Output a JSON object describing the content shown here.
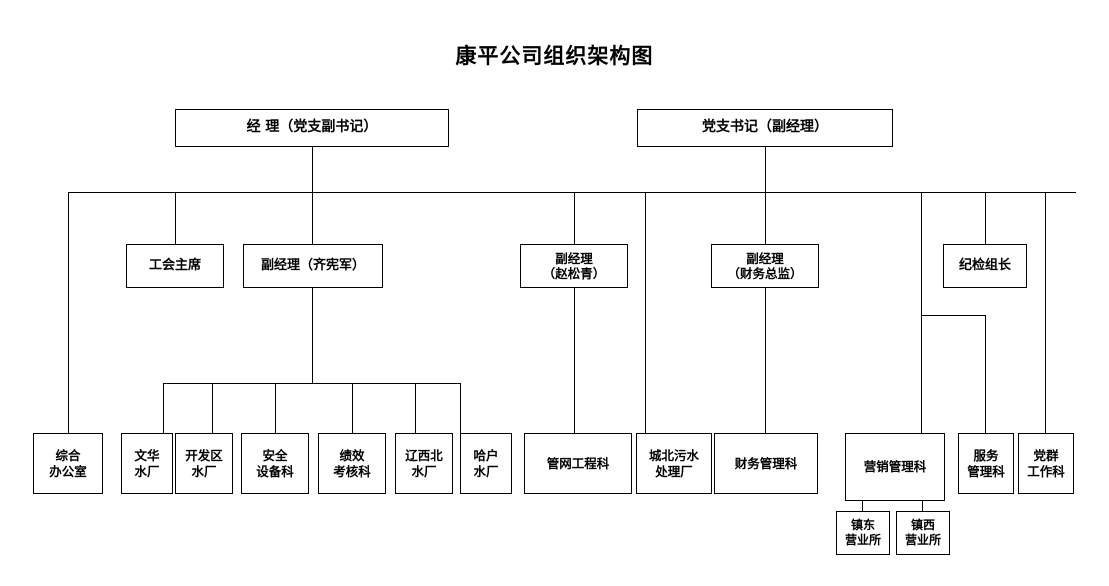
{
  "chart_data": {
    "type": "diagram",
    "diagram_type": "organization-chart",
    "title": "康平公司组织架构图",
    "nodes": [
      {
        "id": "n1",
        "label": "经    理（党支副书记）",
        "level": 1
      },
      {
        "id": "n2",
        "label": "党支书记（副经理）",
        "level": 1
      },
      {
        "id": "n3",
        "label": "工会主席",
        "level": 2
      },
      {
        "id": "n4",
        "label": "副经理（齐宪军）",
        "level": 2
      },
      {
        "id": "n5",
        "label": "副经理\n（赵松青）",
        "level": 2
      },
      {
        "id": "n6",
        "label": "副经理\n（财务总监）",
        "level": 2
      },
      {
        "id": "n7",
        "label": "纪检组长",
        "level": 2
      },
      {
        "id": "n8",
        "label": "综合\n办公室",
        "level": 3
      },
      {
        "id": "n9",
        "label": "文华\n水厂",
        "level": 3
      },
      {
        "id": "n10",
        "label": "开发区\n水厂",
        "level": 3
      },
      {
        "id": "n11",
        "label": "安全\n设备科",
        "level": 3
      },
      {
        "id": "n12",
        "label": "绩效\n考核科",
        "level": 3
      },
      {
        "id": "n13",
        "label": "辽西北\n水厂",
        "level": 3
      },
      {
        "id": "n14",
        "label": "哈户\n水厂",
        "level": 3
      },
      {
        "id": "n15",
        "label": "管网工程科",
        "level": 3
      },
      {
        "id": "n16",
        "label": "城北污水\n处理厂",
        "level": 3
      },
      {
        "id": "n17",
        "label": "财务管理科",
        "level": 3
      },
      {
        "id": "n18",
        "label": "营销管理科",
        "level": 3
      },
      {
        "id": "n19",
        "label": "服务\n管理科",
        "level": 3
      },
      {
        "id": "n20",
        "label": "党群\n工作科",
        "level": 3
      },
      {
        "id": "n21",
        "label": "镇东\n营业所",
        "level": 4
      },
      {
        "id": "n22",
        "label": "镇西\n营业所",
        "level": 4
      }
    ],
    "edges": [
      {
        "from": "n1",
        "to": "main-bus"
      },
      {
        "from": "n2",
        "to": "main-bus"
      },
      {
        "from": "main-bus",
        "to": "n3"
      },
      {
        "from": "main-bus",
        "to": "n4"
      },
      {
        "from": "main-bus",
        "to": "n5"
      },
      {
        "from": "main-bus",
        "to": "n6"
      },
      {
        "from": "main-bus",
        "to": "n7"
      },
      {
        "from": "main-bus",
        "to": "n8"
      },
      {
        "from": "main-bus",
        "to": "n20"
      },
      {
        "from": "n4",
        "to": "n9"
      },
      {
        "from": "n4",
        "to": "n10"
      },
      {
        "from": "n4",
        "to": "n11"
      },
      {
        "from": "n4",
        "to": "n12"
      },
      {
        "from": "n4",
        "to": "n13"
      },
      {
        "from": "n4",
        "to": "n14"
      },
      {
        "from": "n5",
        "to": "n15"
      },
      {
        "from": "n5",
        "to": "n16"
      },
      {
        "from": "n6",
        "to": "n17"
      },
      {
        "from": "n7",
        "to": "n18"
      },
      {
        "from": "n7",
        "to": "n19"
      },
      {
        "from": "n18",
        "to": "n21"
      },
      {
        "from": "n18",
        "to": "n22"
      }
    ],
    "colors": {
      "line": "#000000",
      "box_fill": "#ffffff",
      "text": "#000000"
    }
  },
  "nodes": {
    "n1": "经    理（党支副书记）",
    "n2": "党支书记（副经理）",
    "n3": "工会主席",
    "n4": "副经理（齐宪军）",
    "n5": "副经理\n（赵松青）",
    "n6": "副经理\n（财务总监）",
    "n7": "纪检组长",
    "n8": "综合\n办公室",
    "n9": "文华\n水厂",
    "n10": "开发区\n水厂",
    "n11": "安全\n设备科",
    "n12": "绩效\n考核科",
    "n13": "辽西北\n水厂",
    "n14": "哈户\n水厂",
    "n15": "管网工程科",
    "n16": "城北污水\n处理厂",
    "n17": "财务管理科",
    "n18": "营销管理科",
    "n19": "服务\n管理科",
    "n20": "党群\n工作科",
    "n21": "镇东\n营业所",
    "n22": "镇西\n营业所"
  },
  "title": "康平公司组织架构图"
}
